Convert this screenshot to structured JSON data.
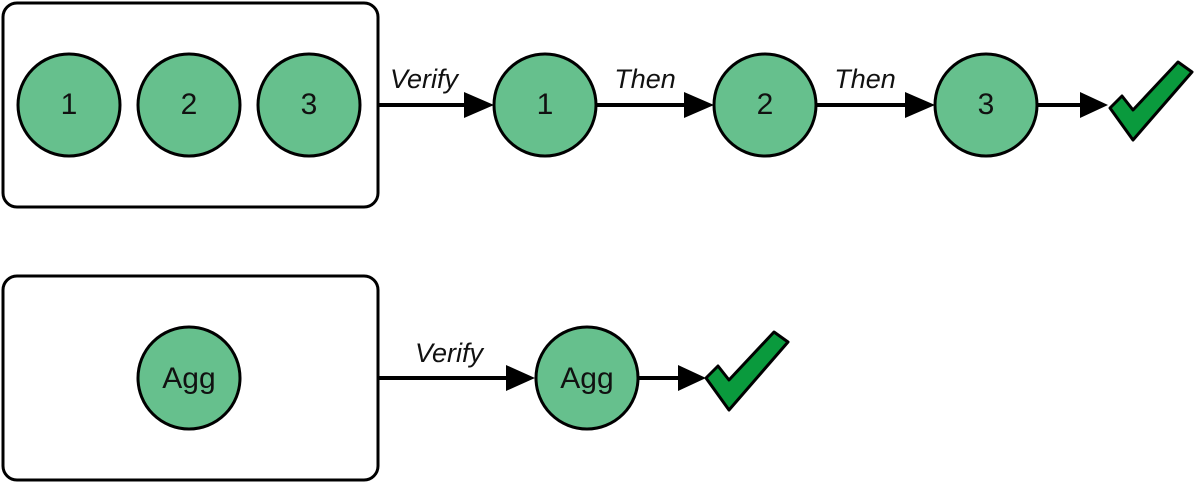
{
  "colors": {
    "node_fill": "#66c08d",
    "stroke": "#000000",
    "check_fill": "#0a9a3d"
  },
  "top_row": {
    "group_nodes": [
      "1",
      "2",
      "3"
    ],
    "verify_label": "Verify",
    "chain_nodes": [
      "1",
      "2",
      "3"
    ],
    "then_labels": [
      "Then",
      "Then"
    ],
    "result_icon": "check-mark-icon"
  },
  "bottom_row": {
    "group_node": "Agg",
    "verify_label": "Verify",
    "chain_node": "Agg",
    "result_icon": "check-mark-icon"
  }
}
